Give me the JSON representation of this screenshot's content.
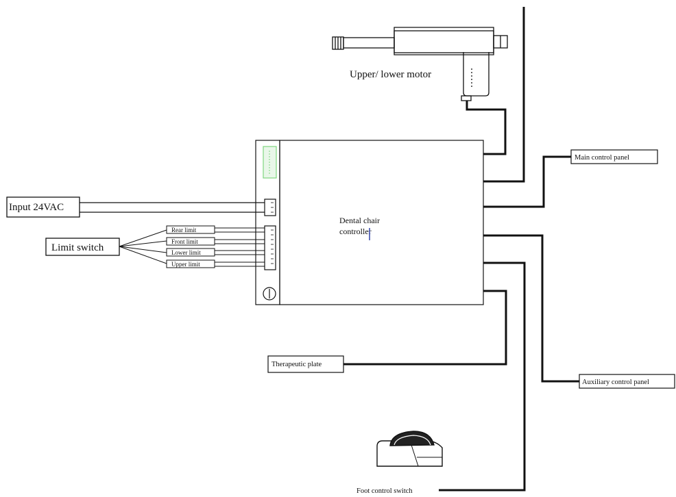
{
  "labels": {
    "upper_lower_motor": "Upper/ lower motor",
    "controller": [
      "Dental chair",
      "controller"
    ],
    "main_control_panel": "Main control panel",
    "input": "Input 24VAC",
    "limit_switch": "Limit switch",
    "rear_limit": "Rear limit",
    "front_limit": "Front limit",
    "lower_limit": "Lower limit",
    "upper_limit": "Upper limit",
    "therapeutic_plate": "Therapeutic plate",
    "auxiliary_control_panel": "Auxiliary control panel",
    "foot_control_switch": "Foot control switch"
  },
  "colors": {
    "line": "#111111",
    "indicator": "#7fd67f"
  }
}
